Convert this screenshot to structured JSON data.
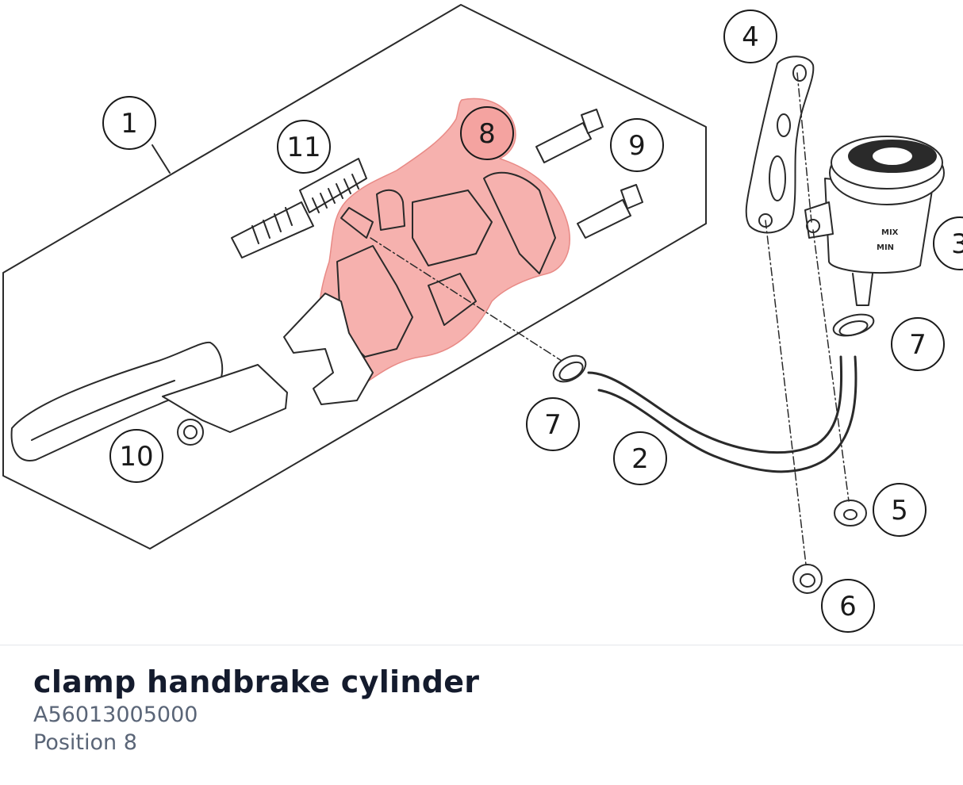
{
  "callouts": [
    {
      "label": "1"
    },
    {
      "label": "11"
    },
    {
      "label": "8"
    },
    {
      "label": "9"
    },
    {
      "label": "4"
    },
    {
      "label": "3"
    },
    {
      "label": "7"
    },
    {
      "label": "7"
    },
    {
      "label": "2"
    },
    {
      "label": "10"
    },
    {
      "label": "5"
    },
    {
      "label": "6"
    }
  ],
  "reservoir": {
    "mark_max": "MIX",
    "mark_min": "MIN"
  },
  "highlight_color": "#f4a3a0",
  "part": {
    "name": "clamp handbrake cylinder",
    "number": "A56013005000",
    "position": "Position 8"
  }
}
